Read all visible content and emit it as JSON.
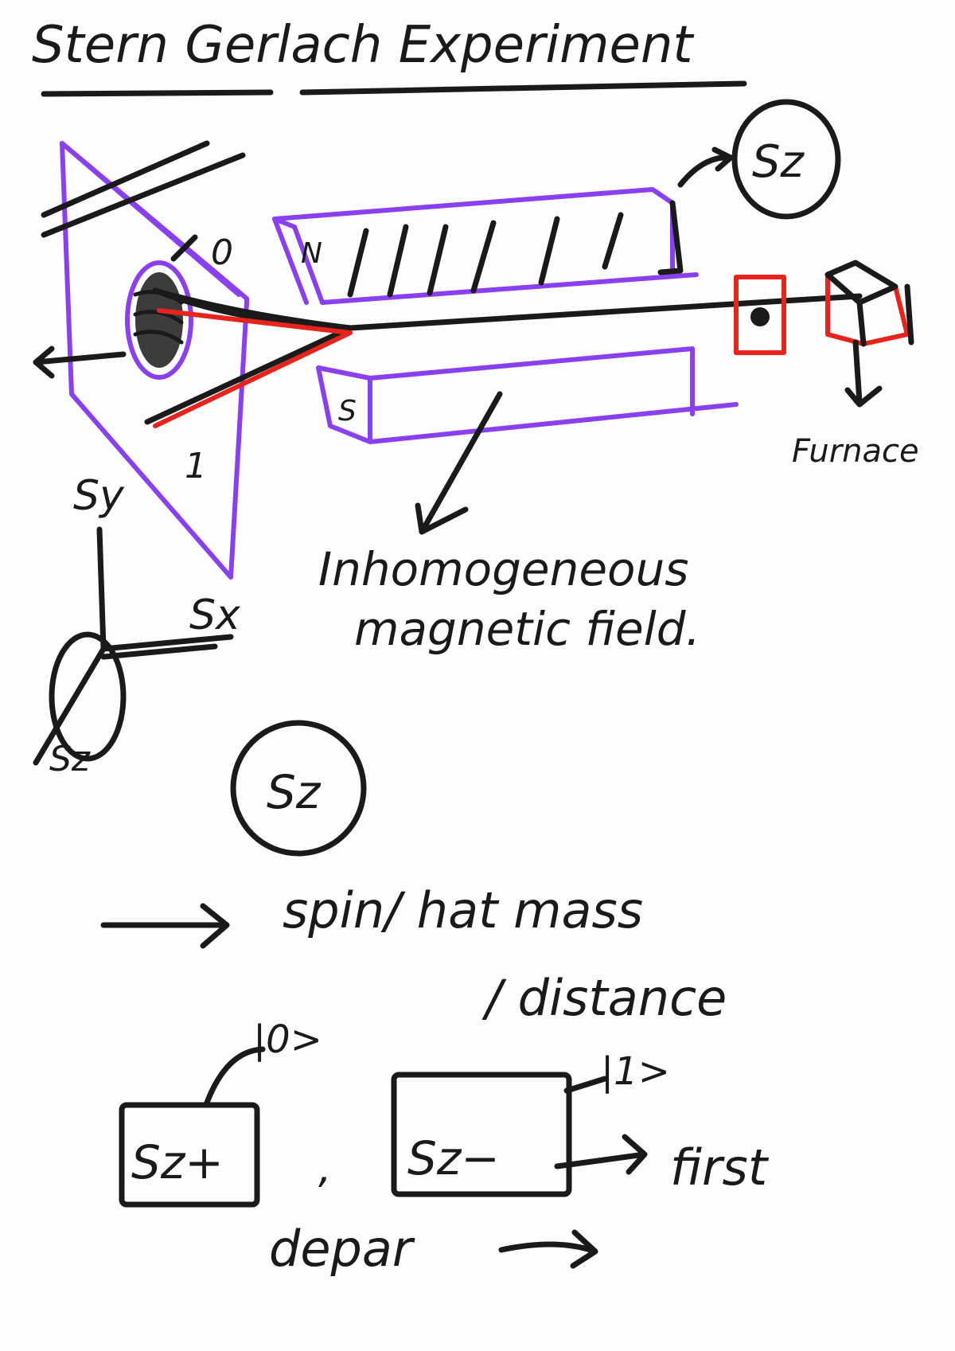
{
  "title": "Stern Gerlach Experiment",
  "labels": {
    "north_pole": "N",
    "south_pole": "S",
    "screen_upper": "0",
    "screen_lower": "1",
    "operator_top": "Sz",
    "furnace": "Furnace",
    "field_line1": "Inhomogeneous",
    "field_line2": "magnetic field.",
    "axis_y": "Sy",
    "axis_x": "Sx",
    "axis_z": "Sz",
    "operator_mid": "Sz",
    "spin_line": "spin/ hat mass",
    "distance": "/ distance",
    "ket_zero": "|0>",
    "ket_one": "|1>",
    "box_plus": "Sz+",
    "comma": ",",
    "box_minus": "Sz−",
    "first": "first",
    "depar": "depar"
  },
  "colors": {
    "ink": "#1a1a1a",
    "magnet": "#8a3ff0",
    "furnace": "#e8231c",
    "background": "#fdfdfd"
  }
}
